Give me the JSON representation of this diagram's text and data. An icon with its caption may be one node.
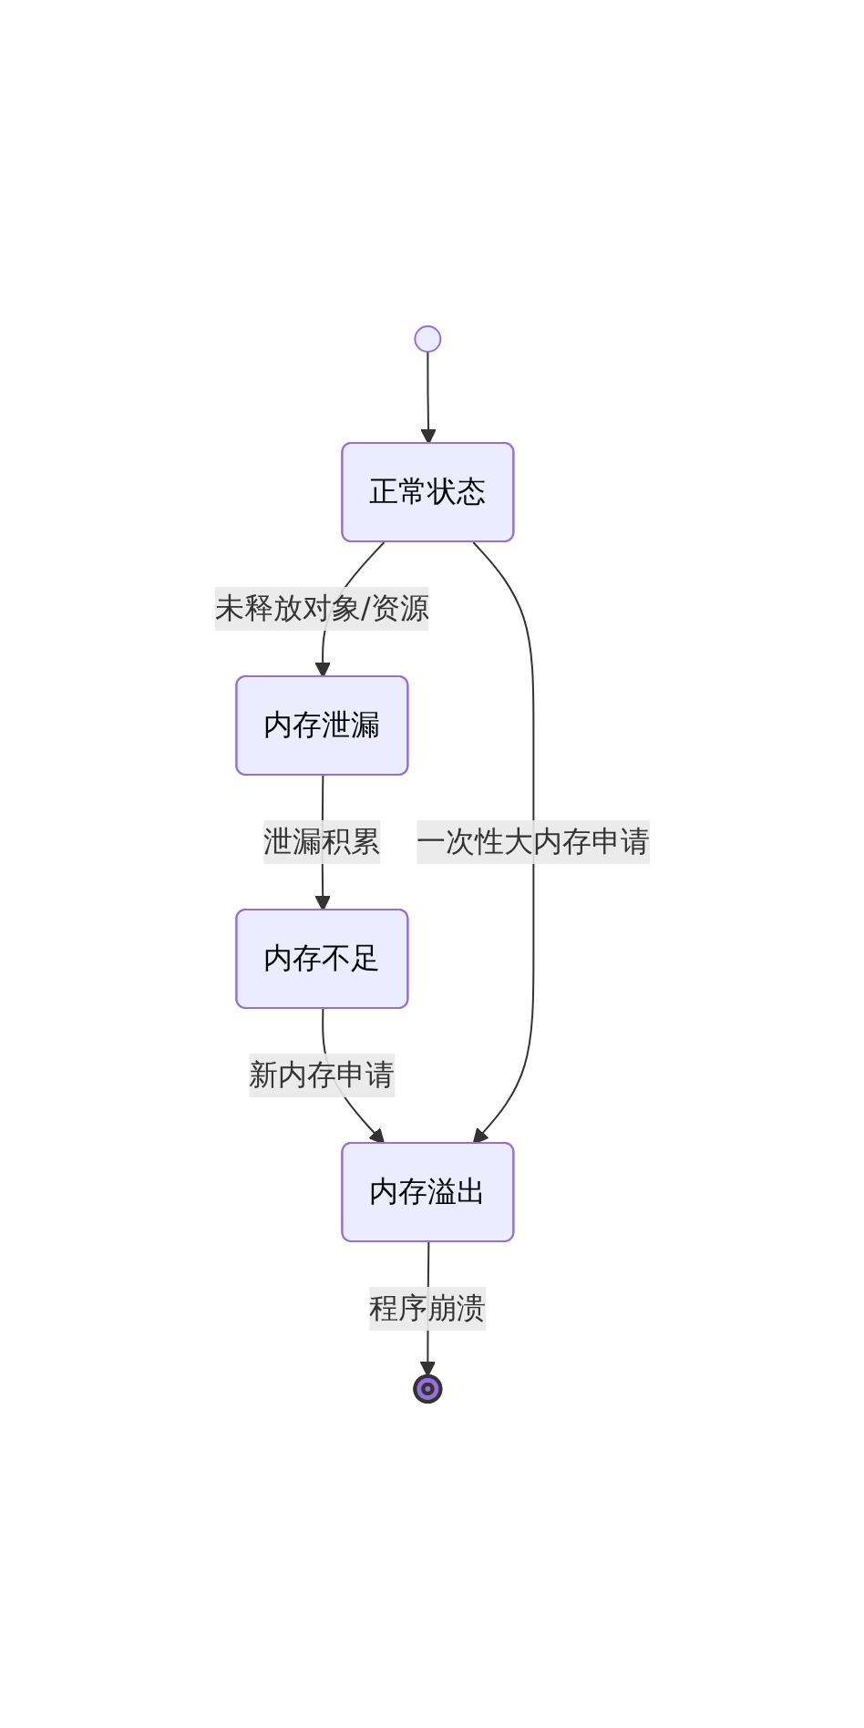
{
  "diagram": {
    "nodes": [
      {
        "text": [],
        "shape": "circle"
      },
      {
        "text": [
          "正常状态"
        ]
      },
      {
        "text": [
          "内存泄漏"
        ]
      },
      {
        "text": [
          "内存不足"
        ]
      },
      {
        "text": [
          "内存溢出"
        ]
      },
      {
        "text": [],
        "shape": "circle"
      }
    ],
    "edges": [
      {
        "from": 0,
        "to": 1,
        "arrow": "to"
      },
      {
        "from": 1,
        "to": 2,
        "label": "未释放对象/资源",
        "arrow": "to"
      },
      {
        "from": 2,
        "to": 3,
        "label": "泄漏积累",
        "arrow": "to"
      },
      {
        "from": 3,
        "to": 4,
        "label": "新内存申请",
        "arrow": "to"
      },
      {
        "from": 1,
        "to": 4,
        "label": "一次性大内存申请",
        "arrow": "to"
      },
      {
        "from": 4,
        "to": 5,
        "label": "程序崩溃",
        "arrow": "to"
      }
    ]
  }
}
